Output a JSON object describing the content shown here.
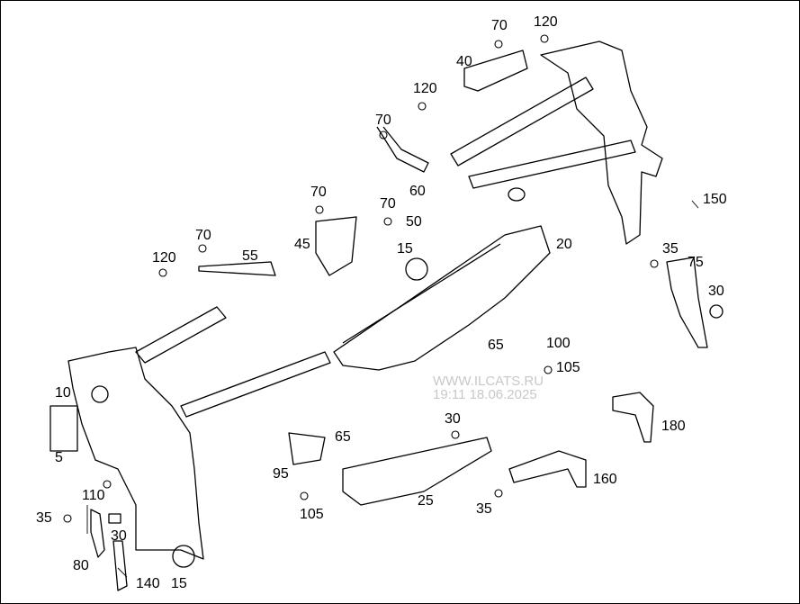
{
  "labels": [
    "70",
    "120",
    "40",
    "120",
    "70",
    "60",
    "70",
    "70",
    "50",
    "45",
    "15",
    "20",
    "150",
    "35",
    "75",
    "30",
    "70",
    "55",
    "120",
    "65",
    "100",
    "105",
    "10",
    "5",
    "65",
    "30",
    "180",
    "95",
    "110",
    "25",
    "160",
    "35",
    "105",
    "35",
    "30",
    "80",
    "140",
    "15"
  ],
  "watermark": {
    "site": "WWW.ILCATS.RU",
    "timestamp": "19:11 18.06.2025"
  }
}
